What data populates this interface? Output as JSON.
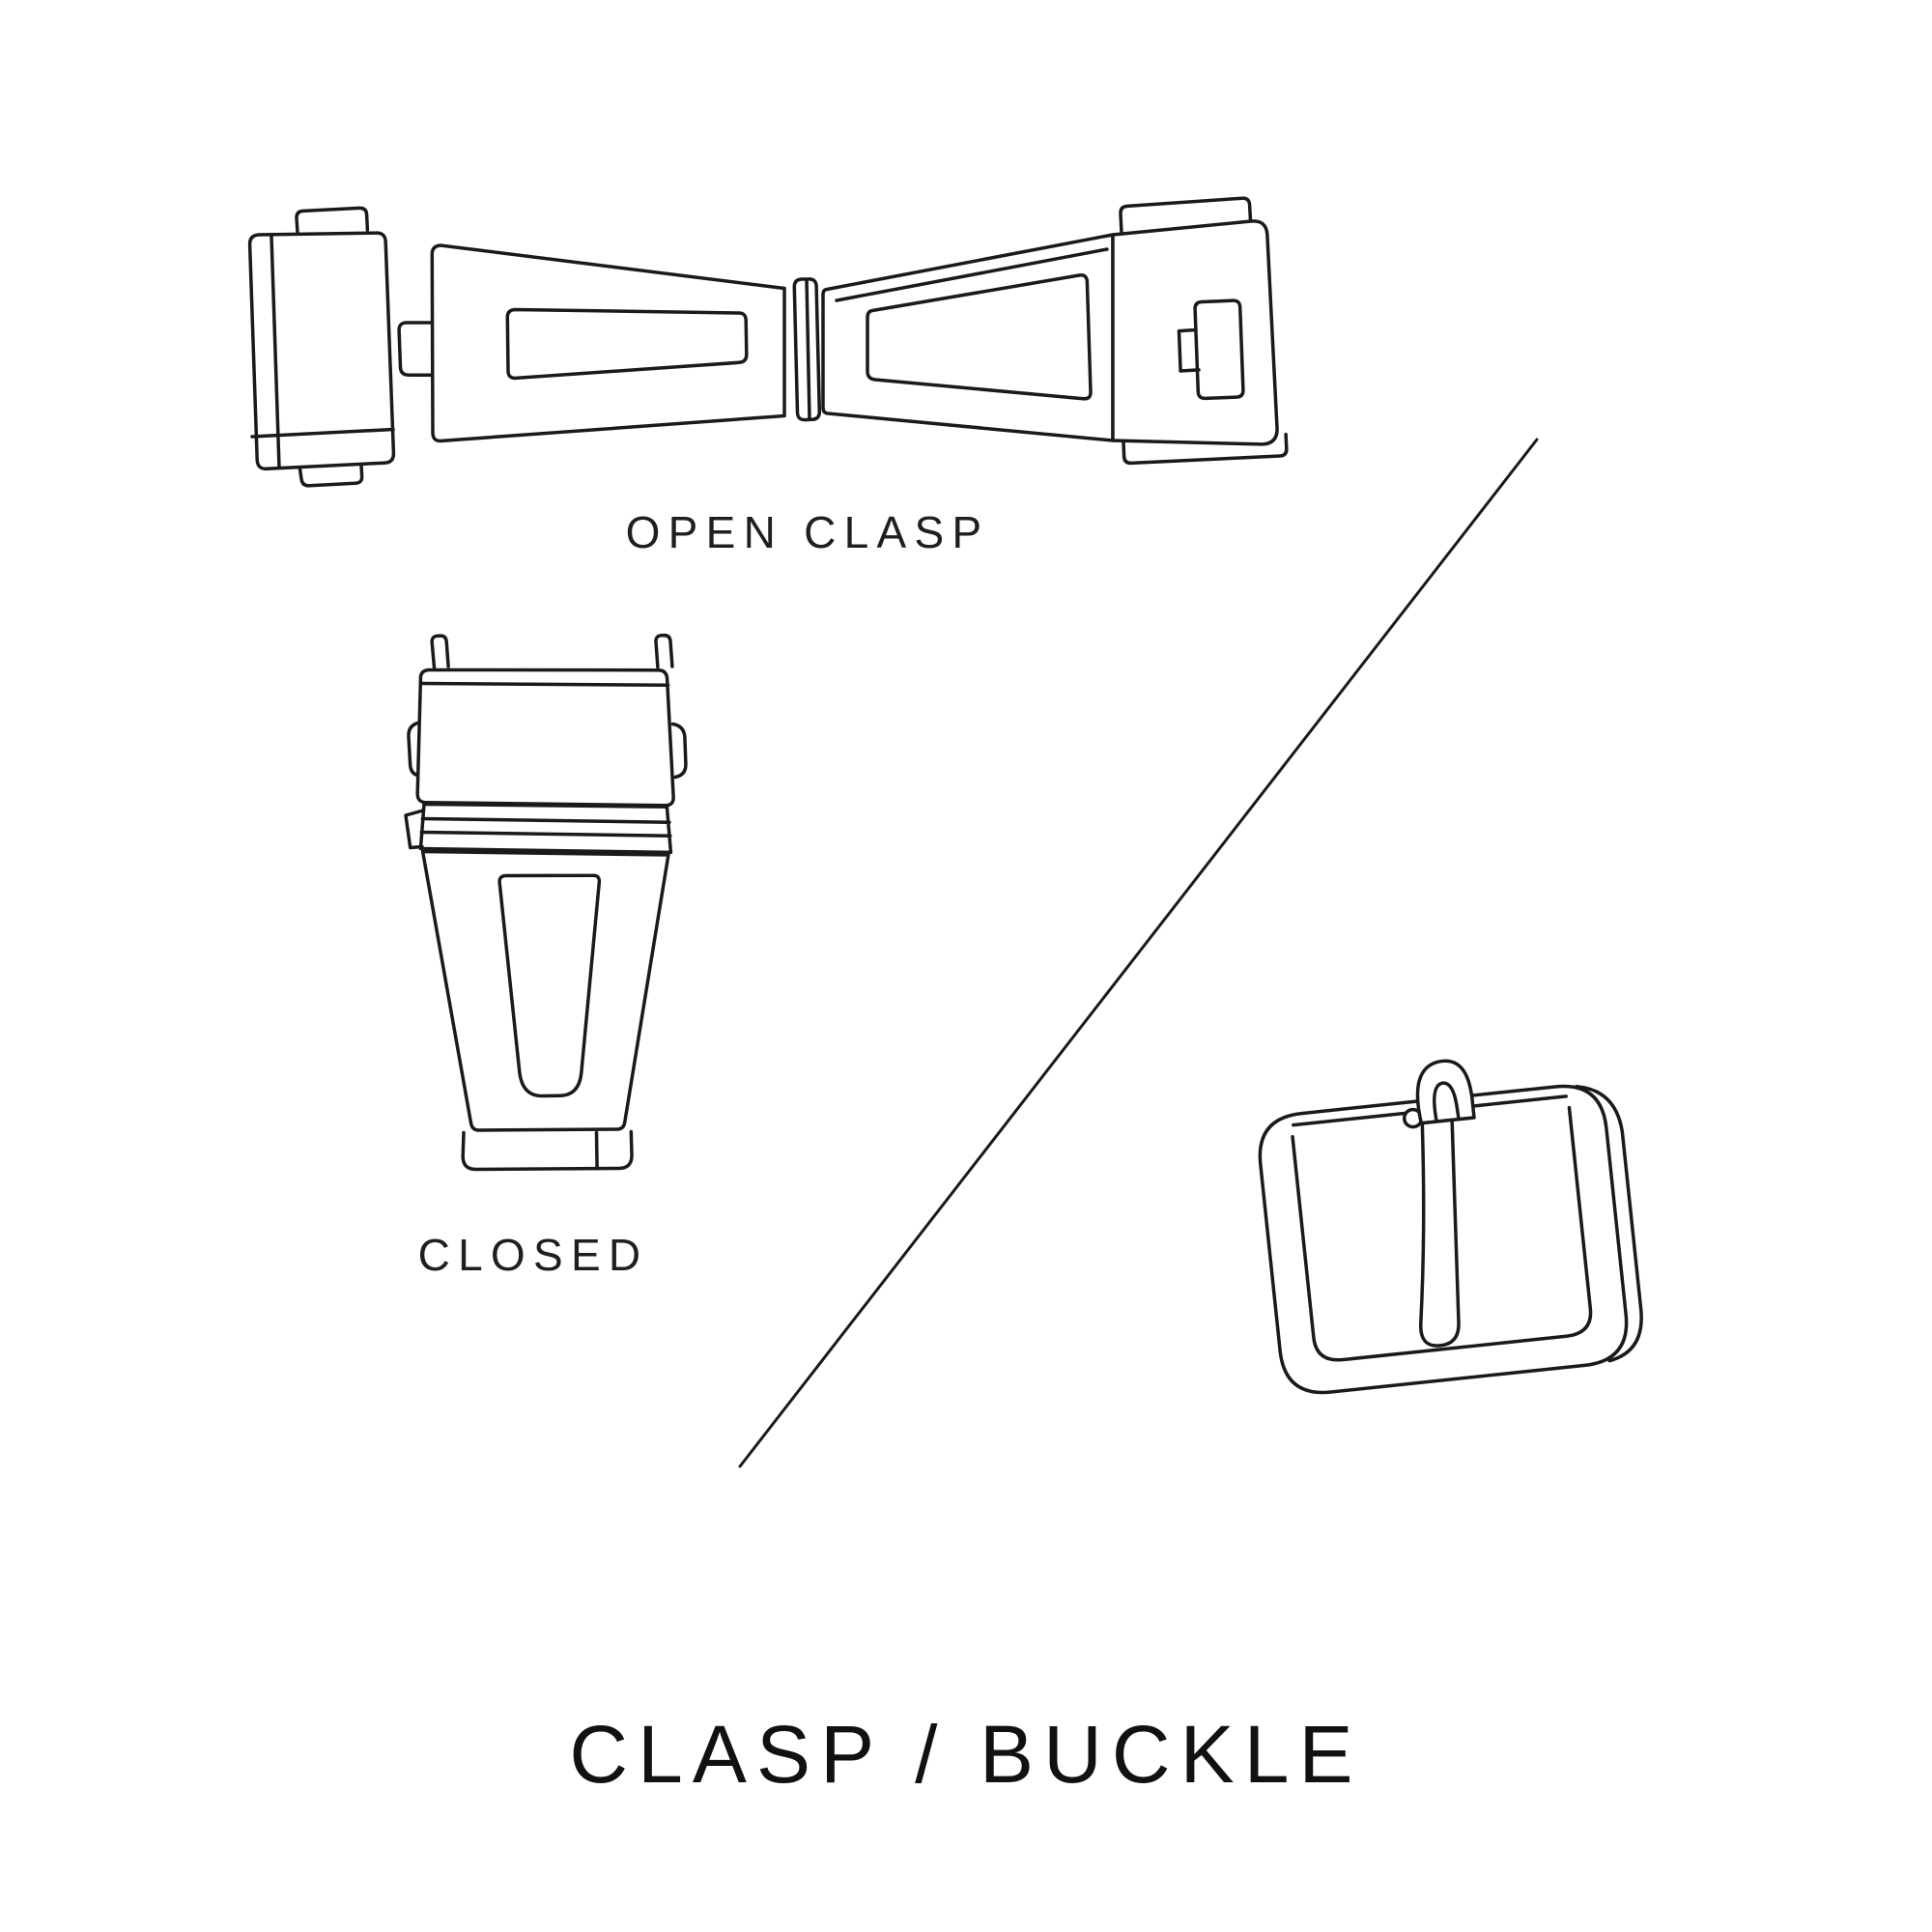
{
  "title": "CLASP / BUCKLE",
  "labels": {
    "open_clasp": "OPEN CLASP",
    "closed": "CLOSED"
  },
  "colors": {
    "ink": "#1a1a1a",
    "background": "#ffffff"
  },
  "illustrations": {
    "open_clasp": "open-deployant-clasp-line-drawing",
    "closed_clasp": "closed-deployant-clasp-line-drawing",
    "buckle": "tang-buckle-line-drawing",
    "divider": "diagonal-divider-line"
  }
}
